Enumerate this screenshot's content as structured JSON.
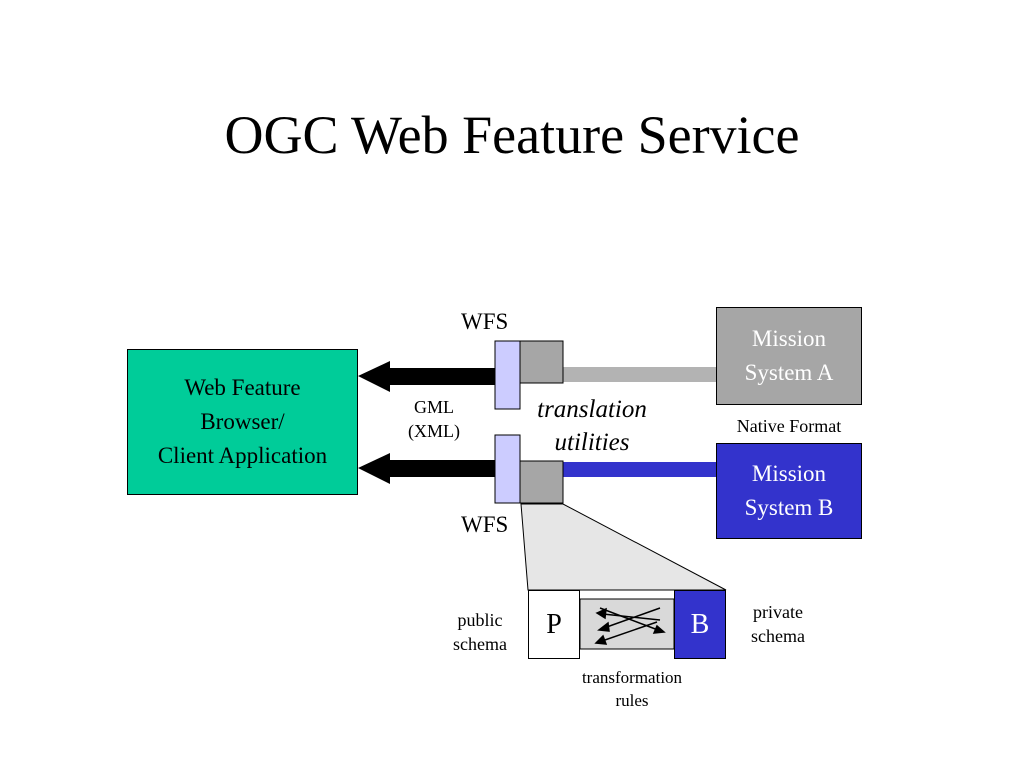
{
  "title": "OGC Web Feature Service",
  "client": {
    "line1": "Web Feature",
    "line2": "Browser/",
    "line3": "Client Application"
  },
  "wfs_top": "WFS",
  "wfs_bottom": "WFS",
  "gml": {
    "line1": "GML",
    "line2": "(XML)"
  },
  "translation": {
    "line1": "translation",
    "line2": "utilities"
  },
  "mission_a": {
    "line1": "Mission",
    "line2": "System A"
  },
  "native_format": "Native Format",
  "mission_b": {
    "line1": "Mission",
    "line2": "System B"
  },
  "public_schema": {
    "line1": "public",
    "line2": "schema"
  },
  "p_label": "P",
  "b_label": "B",
  "private_schema": {
    "line1": "private",
    "line2": "schema"
  },
  "transformation": {
    "line1": "transformation",
    "line2": "rules"
  },
  "colors": {
    "client": "#00cc99",
    "mission_a": "#a6a6a6",
    "mission_b": "#3333cc",
    "wfs_connector": "#ccccff",
    "translation_block": "#a6a6a6",
    "zoom_funnel": "#e6e6e6"
  }
}
